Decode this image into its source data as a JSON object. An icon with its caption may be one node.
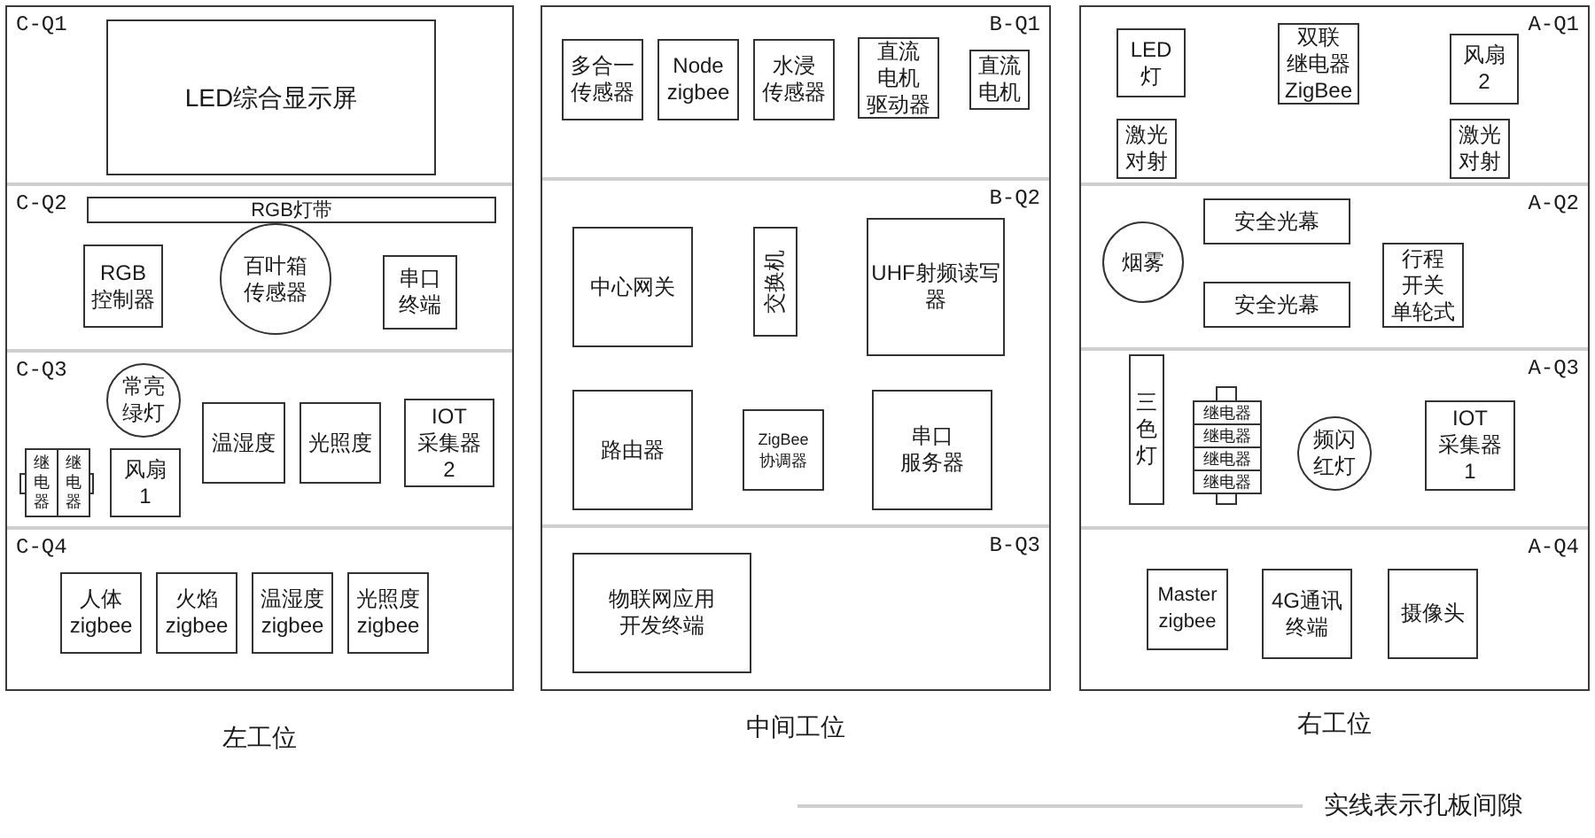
{
  "diagram": {
    "nodes": [
      {
        "text": [
          "左工位"
        ]
      },
      {
        "text": [
          "C-Q1"
        ],
        "in": 0
      },
      {
        "text": [
          "LED综合显示屏"
        ],
        "in": 1
      },
      {
        "text": [
          "C-Q2"
        ],
        "in": 0
      },
      {
        "text": [
          "RGB灯带"
        ],
        "in": 3
      },
      {
        "text": [
          "RGB控制器"
        ],
        "in": 3
      },
      {
        "text": [
          "百叶箱传感器"
        ],
        "in": 3
      },
      {
        "text": [
          "串口终端"
        ],
        "in": 3
      },
      {
        "text": [
          "C-Q3"
        ],
        "in": 0
      },
      {
        "text": [
          "常亮绿灯"
        ],
        "in": 8
      },
      {
        "text": [
          "温湿度"
        ],
        "in": 8
      },
      {
        "text": [
          "光照度"
        ],
        "in": 8
      },
      {
        "text": [
          "IOT采集器2"
        ],
        "in": 8
      },
      {
        "text": [
          "继电器"
        ],
        "in": 8
      },
      {
        "text": [
          "继电器"
        ],
        "in": 8
      },
      {
        "text": [
          "风扇1"
        ],
        "in": 8
      },
      {
        "text": [
          "C-Q4"
        ],
        "in": 0
      },
      {
        "text": [
          "人体zigbee"
        ],
        "in": 16
      },
      {
        "text": [
          "火焰zigbee"
        ],
        "in": 16
      },
      {
        "text": [
          "温湿度zigbee"
        ],
        "in": 16
      },
      {
        "text": [
          "光照度zigbee"
        ],
        "in": 16
      },
      {
        "text": [
          "中间工位"
        ]
      },
      {
        "text": [
          "B-Q1"
        ],
        "in": 21
      },
      {
        "text": [
          "多合一传感器"
        ],
        "in": 22
      },
      {
        "text": [
          "Node zigbee"
        ],
        "in": 22
      },
      {
        "text": [
          "水浸传感器"
        ],
        "in": 22
      },
      {
        "text": [
          "直流电机驱动器"
        ],
        "in": 22
      },
      {
        "text": [
          "直流电机"
        ],
        "in": 22
      },
      {
        "text": [
          "B-Q2"
        ],
        "in": 21
      },
      {
        "text": [
          "中心网关"
        ],
        "in": 28
      },
      {
        "text": [
          "交换机"
        ],
        "in": 28
      },
      {
        "text": [
          "UHF射频读写器"
        ],
        "in": 28
      },
      {
        "text": [
          "路由器"
        ],
        "in": 28
      },
      {
        "text": [
          "ZigBee协调器"
        ],
        "in": 28
      },
      {
        "text": [
          "串口服务器"
        ],
        "in": 28
      },
      {
        "text": [
          "B-Q3"
        ],
        "in": 21
      },
      {
        "text": [
          "物联网应用开发终端"
        ],
        "in": 35
      },
      {
        "text": [
          "右工位"
        ]
      },
      {
        "text": [
          "A-Q1"
        ],
        "in": 37
      },
      {
        "text": [
          "LED灯"
        ],
        "in": 38
      },
      {
        "text": [
          "双联继电器ZigBee"
        ],
        "in": 38
      },
      {
        "text": [
          "风扇2"
        ],
        "in": 38
      },
      {
        "text": [
          "激光对射"
        ],
        "in": 38
      },
      {
        "text": [
          "激光对射"
        ],
        "in": 38
      },
      {
        "text": [
          "A-Q2"
        ],
        "in": 37
      },
      {
        "text": [
          "安全光幕"
        ],
        "in": 44
      },
      {
        "text": [
          "烟雾"
        ],
        "in": 44
      },
      {
        "text": [
          "行程开关单轮式"
        ],
        "in": 44
      },
      {
        "text": [
          "安全光幕"
        ],
        "in": 44
      },
      {
        "text": [
          "A-Q3"
        ],
        "in": 37
      },
      {
        "text": [
          "三色灯"
        ],
        "in": 49
      },
      {
        "text": [
          "继电器"
        ],
        "in": 49
      },
      {
        "text": [
          "继电器"
        ],
        "in": 49
      },
      {
        "text": [
          "继电器"
        ],
        "in": 49
      },
      {
        "text": [
          "继电器"
        ],
        "in": 49
      },
      {
        "text": [
          "频闪红灯"
        ],
        "in": 49
      },
      {
        "text": [
          "IOT采集器1"
        ],
        "in": 49
      },
      {
        "text": [
          "A-Q4"
        ],
        "in": 37
      },
      {
        "text": [
          "Master zigbee"
        ],
        "in": 57
      },
      {
        "text": [
          "4G通讯终端"
        ],
        "in": 57
      },
      {
        "text": [
          "摄像头"
        ],
        "in": 57
      }
    ],
    "legend": [
      {
        "text": "实线表示孔板间隙"
      }
    ]
  }
}
